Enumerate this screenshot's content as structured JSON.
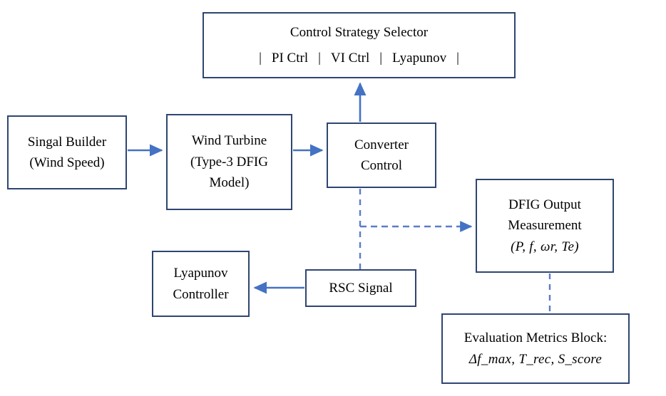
{
  "diagram": {
    "title_hidden": "",
    "colors": {
      "box_border": "#2f4571",
      "arrow": "#4472c4",
      "dashed": "#5b7cc8",
      "background": "#ffffff",
      "text": "#000000"
    },
    "nodes": {
      "control_strategy_selector": {
        "title": "Control Strategy Selector",
        "options": [
          "PI Ctrl",
          "VI Ctrl",
          "Lyapunov"
        ],
        "separator": "|"
      },
      "signal_builder": {
        "line1": "Singal Builder",
        "line2": "(Wind Speed)"
      },
      "wind_turbine": {
        "line1": "Wind Turbine",
        "line2": "(Type-3 DFIG",
        "line3": "Model)"
      },
      "converter_control": {
        "line1": "Converter",
        "line2": "Control"
      },
      "dfig_output_measurement": {
        "line1": "DFIG Output",
        "line2": "Measurement",
        "line3": "(P, f, ωr, Te)"
      },
      "rsc_signal": {
        "line1": "RSC Signal"
      },
      "lyapunov_controller": {
        "line1": "Lyapunov",
        "line2": "Controller"
      },
      "evaluation_metrics_block": {
        "line1": "Evaluation Metrics Block:",
        "line2": "Δf_max, T_rec, S_score"
      }
    },
    "edges": [
      {
        "name": "signal-builder-to-wind-turbine",
        "style": "solid",
        "arrow": "end"
      },
      {
        "name": "wind-turbine-to-converter-control",
        "style": "solid",
        "arrow": "end"
      },
      {
        "name": "converter-control-to-control-strategy-selector",
        "style": "solid",
        "arrow": "end"
      },
      {
        "name": "converter-control-to-rsc-signal",
        "style": "dashed",
        "arrow": "none"
      },
      {
        "name": "converter-control-to-dfig-output",
        "style": "dashed",
        "arrow": "end"
      },
      {
        "name": "rsc-signal-to-lyapunov-controller",
        "style": "solid",
        "arrow": "end"
      },
      {
        "name": "dfig-output-to-evaluation-metrics",
        "style": "dashed",
        "arrow": "none"
      }
    ]
  }
}
